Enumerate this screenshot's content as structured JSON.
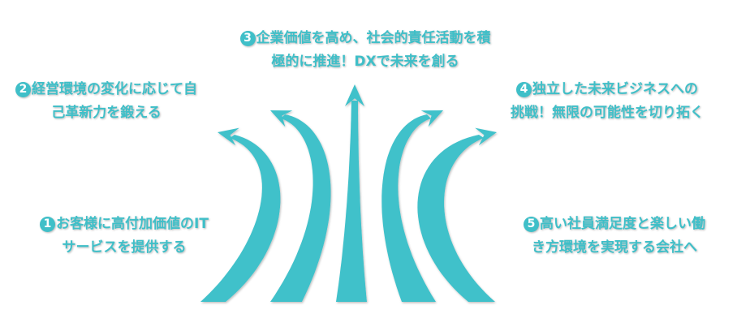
{
  "colors": {
    "accent": "#3fbfc8",
    "arrow_fill": "#3fc1ca",
    "background": "#ffffff"
  },
  "goals": [
    {
      "number": "1",
      "lines": [
        "お客様に高付加価値のIT",
        "サービスを提供する"
      ]
    },
    {
      "number": "2",
      "lines": [
        "経営環境の変化に応じて自",
        "己革新力を鍛える"
      ]
    },
    {
      "number": "3",
      "lines": [
        "企業価値を高め、社会的責任活動を積",
        "極的に推進！DXで未来を創る"
      ]
    },
    {
      "number": "4",
      "lines": [
        "独立した未来ビジネスへの",
        "挑戦！無限の可能性を切り拓く"
      ]
    },
    {
      "number": "5",
      "lines": [
        "高い社員満足度と楽しい働",
        "き方環境を実現する会社へ"
      ]
    }
  ]
}
